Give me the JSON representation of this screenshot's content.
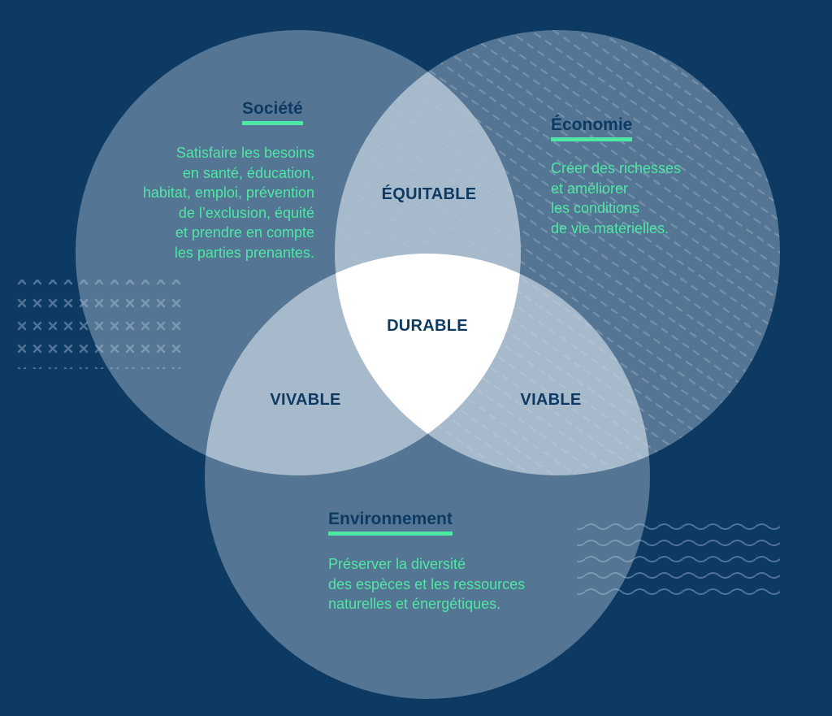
{
  "colors": {
    "background": "#0d3a63",
    "circle_fill": "#c7d6e2",
    "accent_green": "#4ee8a4",
    "title_text": "#0d3a63",
    "zone_text": "#0d3a63"
  },
  "circles": {
    "societe": {
      "title": "Société",
      "description": "Satisfaire les besoins\nen santé, éducation,\nhabitat, emploi, prévention\nde l’exclusion, équité\net prendre en compte\nles parties prenantes."
    },
    "economie": {
      "title": "Économie",
      "description": "Créer des richesses\net améliorer\nles conditions\nde vie matérielles."
    },
    "environnement": {
      "title": "Environnement",
      "description": "Préserver la diversité\ndes espèces et les ressources\nnaturelles et énergétiques."
    }
  },
  "intersections": {
    "societe_economie": "ÉQUITABLE",
    "societe_environnement": "VIVABLE",
    "economie_environnement": "VIABLE",
    "center": "DURABLE"
  }
}
